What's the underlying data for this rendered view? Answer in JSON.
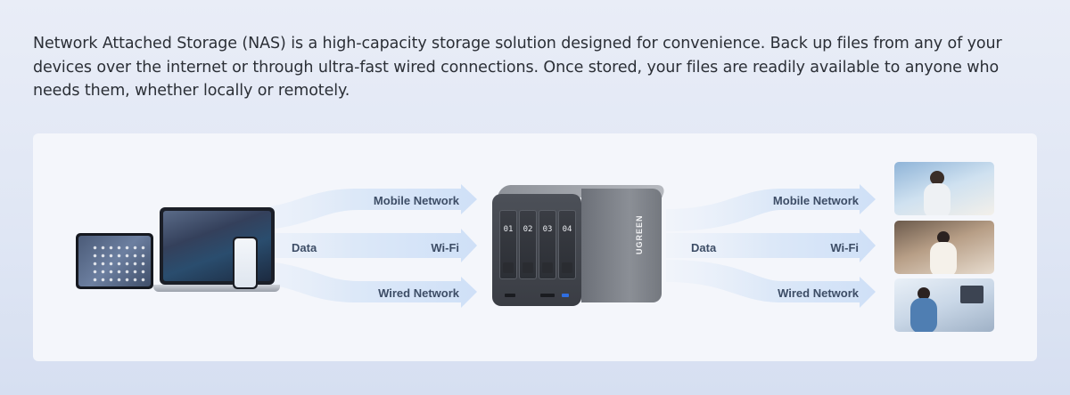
{
  "intro": "Network Attached Storage (NAS) is a high-capacity storage solution designed for convenience. Back up files from any of your devices over the internet or through ultra-fast wired connections. Once stored, your files are readily available to anyone who needs them, whether locally or remotely.",
  "diagram": {
    "left_label": "Data",
    "right_label": "Data",
    "left_arrows": [
      "Mobile Network",
      "Wi-Fi",
      "Wired Network"
    ],
    "right_arrows": [
      "Mobile Network",
      "Wi-Fi",
      "Wired Network"
    ],
    "nas": {
      "brand": "UGREEN",
      "bays": [
        "01",
        "02",
        "03",
        "04"
      ]
    }
  },
  "colors": {
    "arrow_fill": "#d3e2f8",
    "label_text": "#3d4d66",
    "panel_bg": "#f4f6fb"
  }
}
